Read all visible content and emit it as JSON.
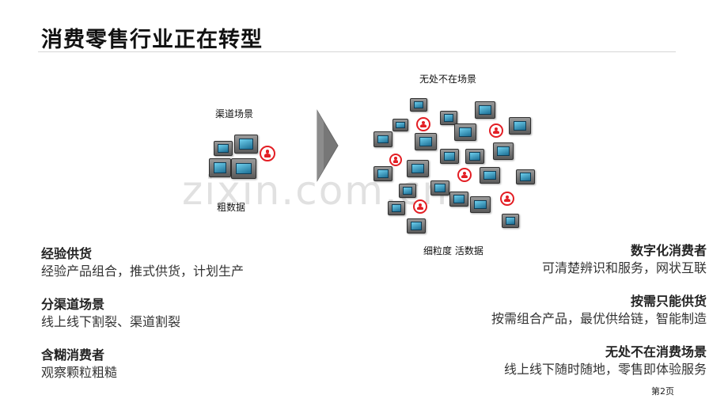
{
  "slide": {
    "title": "消费零售行业正在转型",
    "watermark": "zixin.com.cn",
    "page_number": "第2页"
  },
  "left_diagram": {
    "top_label": "渠道场景",
    "bottom_label": "粗数据"
  },
  "right_diagram": {
    "top_label": "无处不在场景",
    "bottom_label": "细粒度 活数据"
  },
  "arrow": {
    "color": "#777777"
  },
  "left_features": [
    {
      "heading": "经验供货",
      "text": "经验产品组合，推式供货，计划生产"
    },
    {
      "heading": "分渠道场景",
      "text": "线上线下割裂、渠道割裂"
    },
    {
      "heading": "含糊消费者",
      "text": "观察颗粒粗糙"
    }
  ],
  "right_features": [
    {
      "heading": "数字化消费者",
      "text": "可清楚辨识和服务，网状互联"
    },
    {
      "heading": "按需只能供货",
      "text": "按需组合产品，最优供给链，智能制造"
    },
    {
      "heading": "无处不在消费场景",
      "text": "线上线下随时随地，零售即体验服务"
    }
  ],
  "colors": {
    "accent_red": "#e31e24",
    "screen_blue": "#2a8bb5",
    "rule_gray": "#d6d6d6"
  }
}
